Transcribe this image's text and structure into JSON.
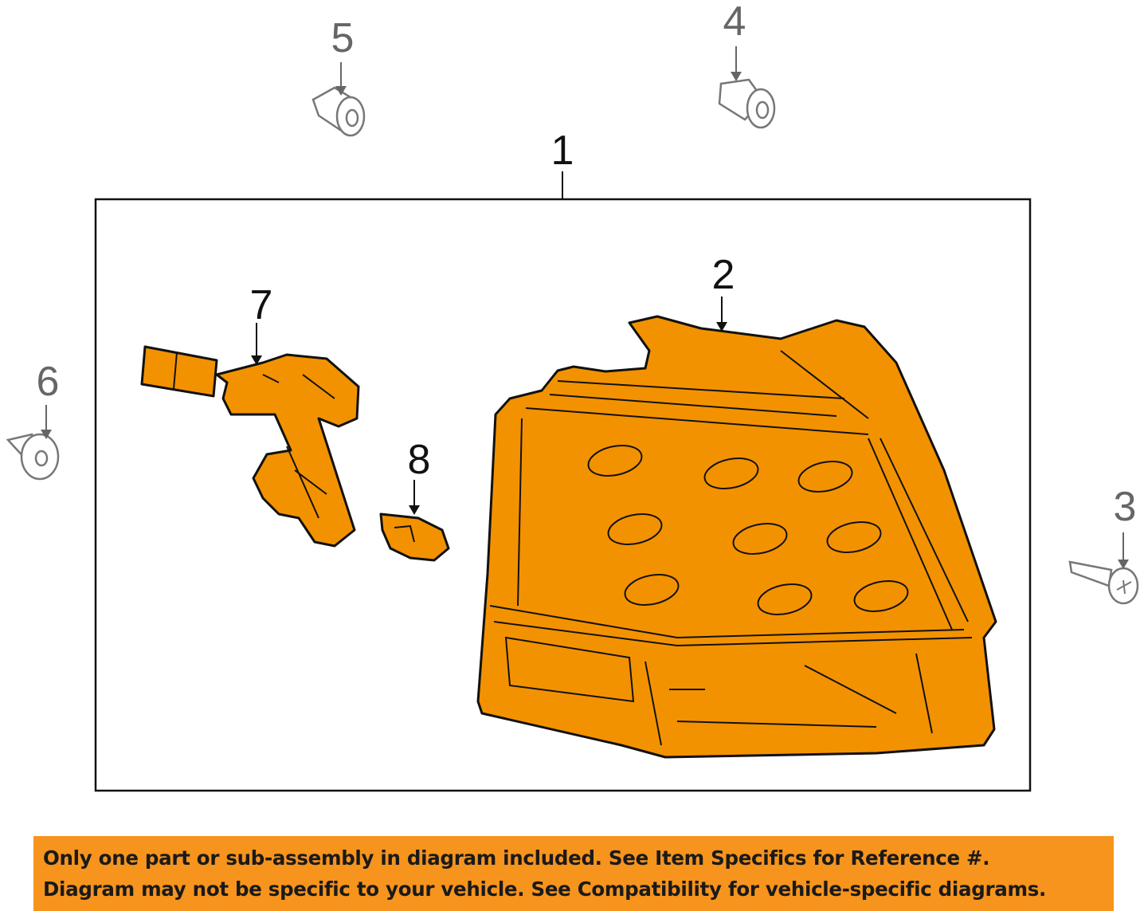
{
  "diagram": {
    "callouts": [
      "1",
      "2",
      "3",
      "4",
      "5",
      "6",
      "7",
      "8"
    ],
    "colors": {
      "part_fill": "#F39200",
      "banner": "#F7941D",
      "outline": "#111111",
      "hardware": "#777777"
    }
  },
  "banner": {
    "line1": "Only one part or sub-assembly in diagram included. See Item Specifics for Reference #.",
    "line2": "Diagram may not be specific to your vehicle. See Compatibility for vehicle-specific diagrams."
  }
}
